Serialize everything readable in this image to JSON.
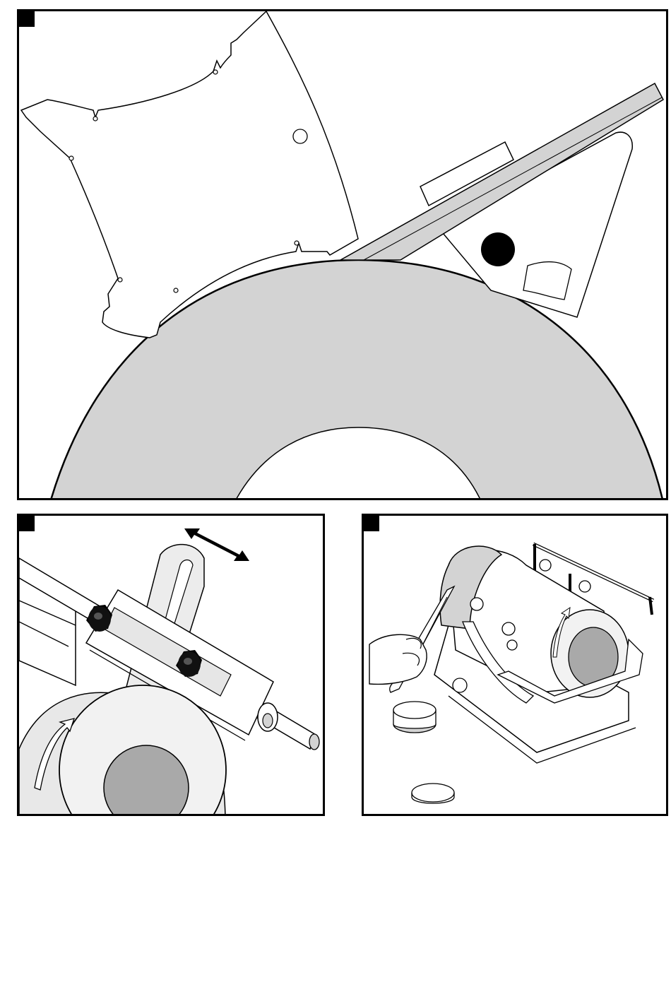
{
  "figures": [
    {
      "id": "figure-1",
      "subject": "grinding-wheel-with-tool-rest-and-jig"
    },
    {
      "id": "figure-2",
      "subject": "universal-support-with-lock-knobs"
    },
    {
      "id": "figure-3",
      "subject": "grinder-with-honing-tool-and-compound"
    }
  ],
  "colors": {
    "line": "#000000",
    "wheel_fill": "#d3d3d3",
    "hub_fill": "#a9a9a9",
    "paper": "#ffffff"
  },
  "icons": [
    "double-arrow-icon",
    "rotation-arrow-icon",
    "lock-knob-icon"
  ]
}
